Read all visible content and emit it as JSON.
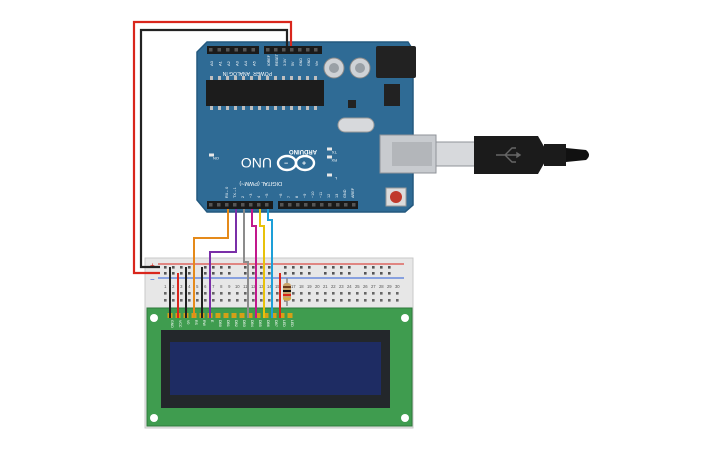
{
  "arduino": {
    "brand": "ARDUINO",
    "model": "UNO",
    "power_header_label": "POWER",
    "analog_header_label": "ANALOG IN",
    "digital_header_label": "DIGITAL (PWM~)",
    "power_pins": [
      "IOREF",
      "RESET",
      "3.3V",
      "5V",
      "GND",
      "GND",
      "Vin"
    ],
    "analog_pins": [
      "A0",
      "A1",
      "A2",
      "A3",
      "A4",
      "A5"
    ],
    "digital_pins": [
      "AREF",
      "GND",
      "13",
      "12",
      "~11",
      "~10",
      "~9",
      "8",
      "7",
      "~6",
      "~5",
      "4",
      "~3",
      "2",
      "TX→1",
      "RX←0"
    ],
    "led_labels": [
      "TX",
      "RX",
      "L",
      "ON"
    ]
  },
  "breadboard": {
    "column_numbers": [
      "1",
      "2",
      "3",
      "4",
      "5",
      "6",
      "7",
      "8",
      "9",
      "10",
      "11",
      "12",
      "13",
      "14",
      "15",
      "16",
      "17",
      "18",
      "19",
      "20",
      "21",
      "22",
      "23",
      "24",
      "25",
      "26",
      "27",
      "28",
      "29",
      "30"
    ]
  },
  "lcd": {
    "pins": [
      "GND",
      "VCC",
      "V0",
      "RS",
      "RW",
      "E",
      "DB0",
      "DB1",
      "DB2",
      "DB3",
      "DB4",
      "DB5",
      "DB6",
      "DB7",
      "LED",
      "LED"
    ]
  },
  "colors": {
    "board": "#2f6b95",
    "board_edge": "#24597f",
    "lcd_pcb": "#3f9c4f",
    "lcd_screen": "#1e2c63",
    "breadboard": "#e7e7e7",
    "wire_red": "#d9261c",
    "wire_black": "#222222",
    "wire_orange": "#e58a1a",
    "wire_purple": "#7a2fa8",
    "wire_gray": "#8c8c8c",
    "wire_magenta": "#c2188c",
    "wire_yellow": "#e8c20b",
    "wire_blue": "#1d9fd8"
  }
}
